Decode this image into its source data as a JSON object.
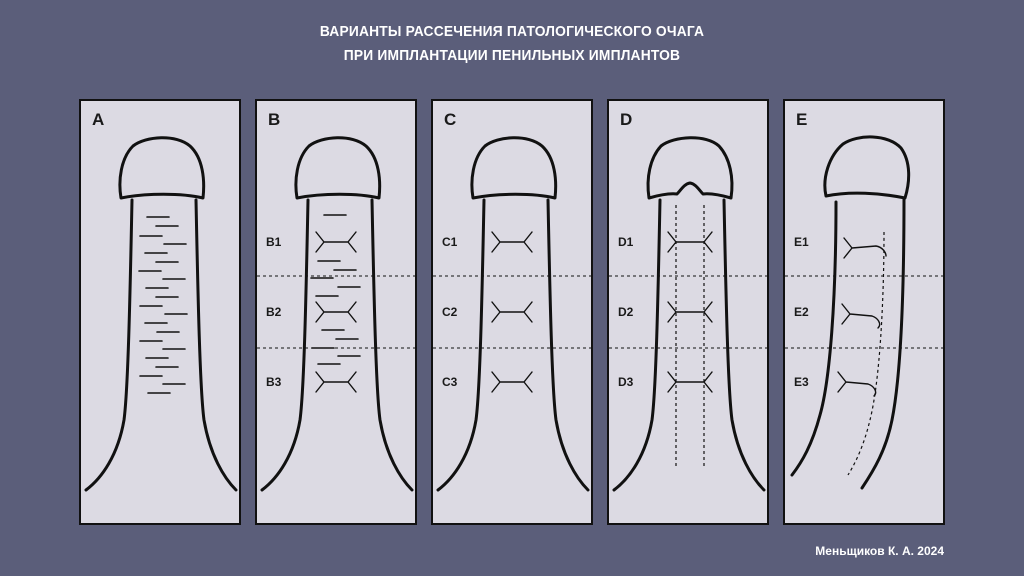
{
  "title": {
    "line1": "ВАРИАНТЫ РАССЕЧЕНИЯ ПАТОЛОГИЧЕСКОГО ОЧАГА",
    "line2": "ПРИ ИМПЛАНТАЦИИ ПЕНИЛЬНЫХ ИМПЛАНТОВ"
  },
  "panels": [
    {
      "letter": "A",
      "labels": []
    },
    {
      "letter": "B",
      "labels": [
        "B1",
        "B2",
        "B3"
      ]
    },
    {
      "letter": "C",
      "labels": [
        "C1",
        "C2",
        "C3"
      ]
    },
    {
      "letter": "D",
      "labels": [
        "D1",
        "D2",
        "D3"
      ]
    },
    {
      "letter": "E",
      "labels": [
        "E1",
        "E2",
        "E3"
      ]
    }
  ],
  "credit": "Меньщиков К. А. 2024",
  "colors": {
    "background": "#5b5e7a",
    "panel": "#dcdae3",
    "ink": "#111111"
  }
}
